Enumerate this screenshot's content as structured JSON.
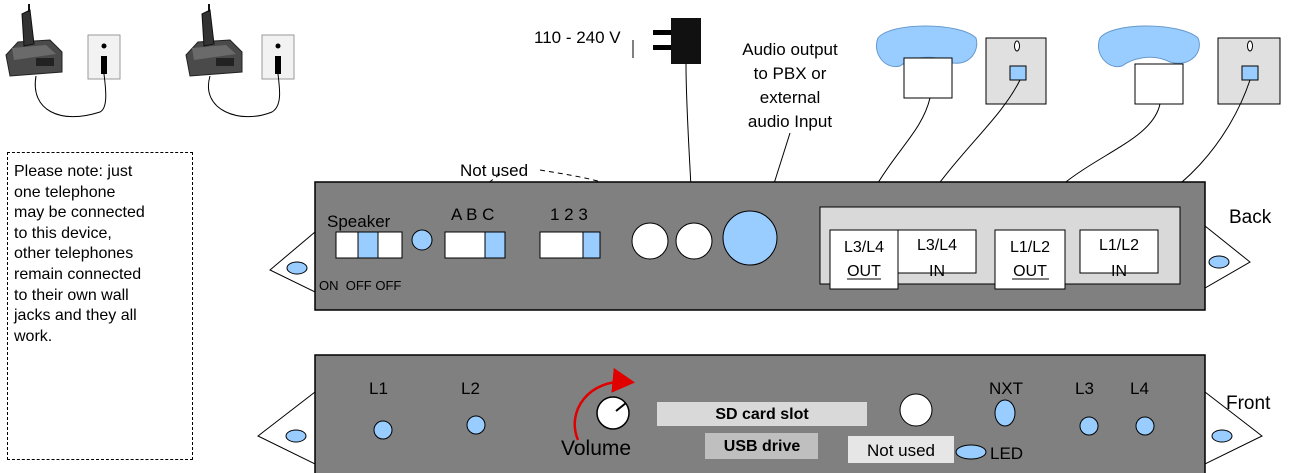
{
  "note": {
    "lines": [
      "Please note: just",
      "one telephone",
      "may be connected",
      "to this device,",
      "other telephones",
      "remain connected",
      "to their own wall",
      "jacks and they all",
      "work."
    ]
  },
  "power": {
    "label": "110 - 240 V"
  },
  "audio_output": {
    "lines": [
      "Audio output",
      "to PBX or",
      "external",
      "audio Input"
    ]
  },
  "not_used_top": "Not used",
  "back_panel": {
    "side_label": "Back",
    "speaker_label": "Speaker",
    "speaker_positions": "ON  OFF OFF",
    "abc_label": "A B C",
    "num_label": "1 2 3",
    "ports": [
      {
        "top": "L3/L4",
        "bottom": "OUT"
      },
      {
        "top": "L3/L4",
        "bottom": "IN"
      },
      {
        "top": "L1/L2",
        "bottom": "OUT"
      },
      {
        "top": "L1/L2",
        "bottom": "IN"
      }
    ]
  },
  "front_panel": {
    "side_label": "Front",
    "leds": [
      "L1",
      "L2",
      "NXT",
      "L3",
      "L4"
    ],
    "volume_label": "Volume",
    "sd_card": "SD card slot",
    "usb_drive": "USB drive",
    "not_used": "Not used",
    "led_label": "LED"
  },
  "colors": {
    "accent_blue": "#99ccff",
    "panel_gray": "#808080",
    "light_gray": "#d9d9d9",
    "arrow_red": "#e00000"
  }
}
